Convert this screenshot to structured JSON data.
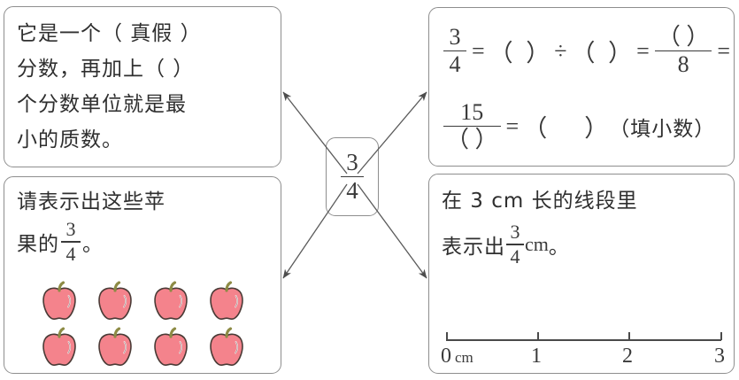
{
  "center": {
    "fraction": {
      "numerator": "3",
      "denominator": "4"
    }
  },
  "boxes": {
    "top_left": {
      "lines": [
        "它是一个（ 真假 ）",
        "分数，再加上（     ）",
        "个分数单位就是最",
        "小的质数。"
      ]
    },
    "bottom_left": {
      "line1": "请表示出这些苹",
      "line2_prefix": "果的",
      "fraction": {
        "numerator": "3",
        "denominator": "4"
      },
      "line2_suffix": "。",
      "apple_count": 8,
      "apple_rows": 2,
      "apple_cols": 4,
      "apple_color": "#f4838c",
      "apple_outline": "#4a3b36",
      "apple_stem_color": "#8d8b45"
    },
    "top_right": {
      "line1": {
        "fraction1": {
          "numerator": "3",
          "denominator": "4"
        },
        "eq1": "=",
        "paren1_open": "（",
        "paren1_close": "）",
        "divide": "÷",
        "paren2_open": "（",
        "paren2_close": "）",
        "eq2": "=",
        "fraction2": {
          "numerator": "（ ）",
          "denominator": "8"
        },
        "eq3": "="
      },
      "line2": {
        "fraction3": {
          "numerator": "15",
          "denominator": "（ ）"
        },
        "eq4": "=",
        "paren3_open": "（",
        "paren3_close": "）",
        "note": "（填小数）"
      }
    },
    "bottom_right": {
      "line1": "在 3 cm 长的线段里",
      "line2_prefix": "表示出",
      "fraction": {
        "numerator": "3",
        "denominator": "4"
      },
      "unit": "cm",
      "line2_suffix": "。",
      "ruler": {
        "labels": [
          "0",
          "1",
          "2",
          "3"
        ],
        "unit_label": "cm",
        "ticks": [
          0,
          1,
          2,
          3
        ],
        "min": 0,
        "max": 3
      }
    }
  },
  "arrows": {
    "count": 4,
    "description": "four-arrows-from-center",
    "color": "#5a5a5a"
  }
}
